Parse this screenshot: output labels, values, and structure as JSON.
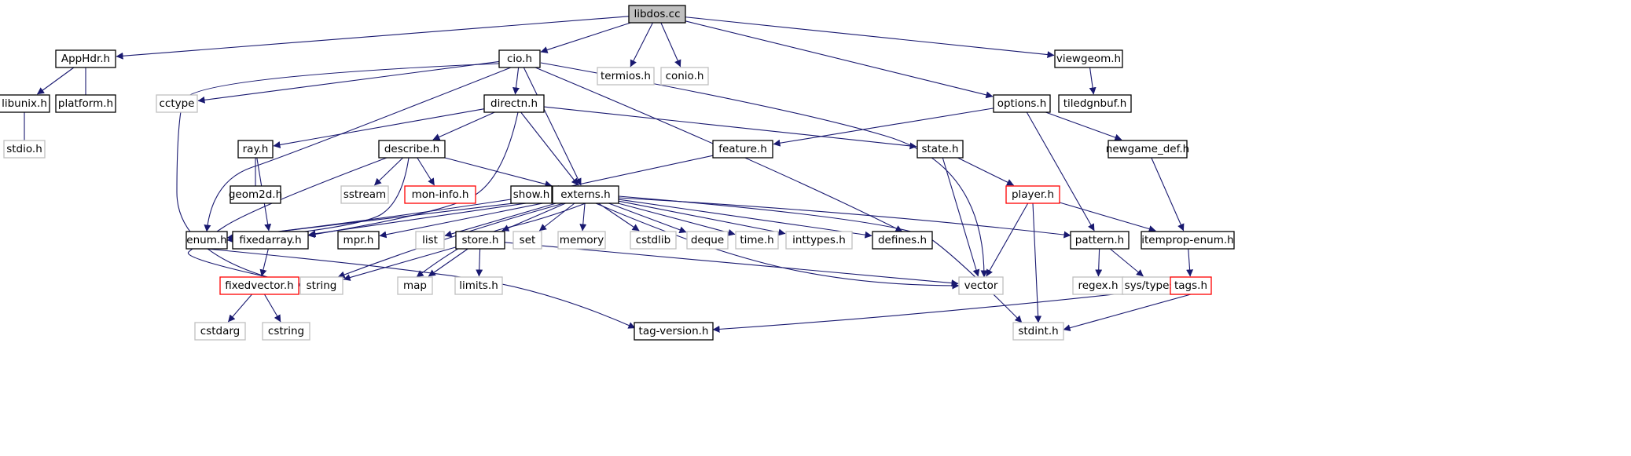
{
  "colors": {
    "edge": "#191970",
    "normal_border": "#000000",
    "external_border": "#bfbfbf",
    "truncated_border": "#ff0000",
    "root_fill": "#bfbfbf",
    "fill": "#ffffff"
  },
  "nodes": [
    {
      "id": "libdos",
      "label": "libdos.cc",
      "kind": "root"
    },
    {
      "id": "apphdr",
      "label": "AppHdr.h",
      "kind": "normal"
    },
    {
      "id": "cio",
      "label": "cio.h",
      "kind": "normal"
    },
    {
      "id": "termios",
      "label": "termios.h",
      "kind": "external"
    },
    {
      "id": "conio",
      "label": "conio.h",
      "kind": "external"
    },
    {
      "id": "viewgeom",
      "label": "viewgeom.h",
      "kind": "normal"
    },
    {
      "id": "libunix",
      "label": "libunix.h",
      "kind": "normal"
    },
    {
      "id": "platform",
      "label": "platform.h",
      "kind": "normal"
    },
    {
      "id": "cctype",
      "label": "cctype",
      "kind": "external"
    },
    {
      "id": "directn",
      "label": "directn.h",
      "kind": "normal"
    },
    {
      "id": "options",
      "label": "options.h",
      "kind": "normal"
    },
    {
      "id": "tiledgnbuf",
      "label": "tiledgnbuf.h",
      "kind": "normal"
    },
    {
      "id": "stdio",
      "label": "stdio.h",
      "kind": "external"
    },
    {
      "id": "ray",
      "label": "ray.h",
      "kind": "normal"
    },
    {
      "id": "describe",
      "label": "describe.h",
      "kind": "normal"
    },
    {
      "id": "feature",
      "label": "feature.h",
      "kind": "normal"
    },
    {
      "id": "state",
      "label": "state.h",
      "kind": "normal"
    },
    {
      "id": "newgame",
      "label": "newgame_def.h",
      "kind": "normal"
    },
    {
      "id": "geom2d",
      "label": "geom2d.h",
      "kind": "normal"
    },
    {
      "id": "sstream",
      "label": "sstream",
      "kind": "external"
    },
    {
      "id": "moninfo",
      "label": "mon-info.h",
      "kind": "truncated"
    },
    {
      "id": "show",
      "label": "show.h",
      "kind": "normal"
    },
    {
      "id": "externs",
      "label": "externs.h",
      "kind": "normal"
    },
    {
      "id": "player",
      "label": "player.h",
      "kind": "truncated"
    },
    {
      "id": "enum",
      "label": "enum.h",
      "kind": "normal"
    },
    {
      "id": "fixedarray",
      "label": "fixedarray.h",
      "kind": "normal"
    },
    {
      "id": "mpr",
      "label": "mpr.h",
      "kind": "normal"
    },
    {
      "id": "list",
      "label": "list",
      "kind": "external"
    },
    {
      "id": "store",
      "label": "store.h",
      "kind": "normal"
    },
    {
      "id": "set",
      "label": "set",
      "kind": "external"
    },
    {
      "id": "memory",
      "label": "memory",
      "kind": "external"
    },
    {
      "id": "cstdlib",
      "label": "cstdlib",
      "kind": "external"
    },
    {
      "id": "deque",
      "label": "deque",
      "kind": "external"
    },
    {
      "id": "time",
      "label": "time.h",
      "kind": "external"
    },
    {
      "id": "inttypes",
      "label": "inttypes.h",
      "kind": "external"
    },
    {
      "id": "defines",
      "label": "defines.h",
      "kind": "normal"
    },
    {
      "id": "pattern",
      "label": "pattern.h",
      "kind": "normal"
    },
    {
      "id": "itemprop",
      "label": "itemprop-enum.h",
      "kind": "normal"
    },
    {
      "id": "fixedvector",
      "label": "fixedvector.h",
      "kind": "truncated"
    },
    {
      "id": "string",
      "label": "string",
      "kind": "external"
    },
    {
      "id": "map",
      "label": "map",
      "kind": "external"
    },
    {
      "id": "limits",
      "label": "limits.h",
      "kind": "external"
    },
    {
      "id": "vector",
      "label": "vector",
      "kind": "external"
    },
    {
      "id": "regex",
      "label": "regex.h",
      "kind": "external"
    },
    {
      "id": "systypes",
      "label": "sys/types.h",
      "kind": "external"
    },
    {
      "id": "tags",
      "label": "tags.h",
      "kind": "truncated"
    },
    {
      "id": "cstdarg",
      "label": "cstdarg",
      "kind": "external"
    },
    {
      "id": "cstring",
      "label": "cstring",
      "kind": "external"
    },
    {
      "id": "tagversion",
      "label": "tag-version.h",
      "kind": "normal"
    },
    {
      "id": "stdint",
      "label": "stdint.h",
      "kind": "external"
    }
  ],
  "edges": [
    [
      "libdos",
      "apphdr"
    ],
    [
      "libdos",
      "cio"
    ],
    [
      "libdos",
      "termios"
    ],
    [
      "libdos",
      "conio"
    ],
    [
      "libdos",
      "viewgeom"
    ],
    [
      "libdos",
      "options"
    ],
    [
      "apphdr",
      "libunix"
    ],
    [
      "apphdr",
      "platform"
    ],
    [
      "libunix",
      "stdio"
    ],
    [
      "viewgeom",
      "tiledgnbuf"
    ],
    [
      "cio",
      "cctype"
    ],
    [
      "cio",
      "directn"
    ],
    [
      "cio",
      "enum"
    ],
    [
      "cio",
      "string"
    ],
    [
      "cio",
      "externs"
    ],
    [
      "cio",
      "defines"
    ],
    [
      "cio",
      "vector"
    ],
    [
      "directn",
      "ray"
    ],
    [
      "directn",
      "describe"
    ],
    [
      "directn",
      "state"
    ],
    [
      "directn",
      "externs"
    ],
    [
      "directn",
      "fixedarray"
    ],
    [
      "options",
      "feature"
    ],
    [
      "options",
      "newgame"
    ],
    [
      "options",
      "pattern"
    ],
    [
      "ray",
      "geom2d"
    ],
    [
      "ray",
      "fixedarray"
    ],
    [
      "describe",
      "sstream"
    ],
    [
      "describe",
      "moninfo"
    ],
    [
      "describe",
      "externs"
    ],
    [
      "describe",
      "enum"
    ],
    [
      "describe",
      "string"
    ],
    [
      "feature",
      "show"
    ],
    [
      "show",
      "enum"
    ],
    [
      "state",
      "player"
    ],
    [
      "state",
      "vector"
    ],
    [
      "player",
      "vector"
    ],
    [
      "player",
      "stdint"
    ],
    [
      "player",
      "itemprop"
    ],
    [
      "newgame",
      "itemprop"
    ],
    [
      "externs",
      "enum"
    ],
    [
      "externs",
      "fixedarray"
    ],
    [
      "externs",
      "mpr"
    ],
    [
      "externs",
      "list"
    ],
    [
      "externs",
      "store"
    ],
    [
      "externs",
      "set"
    ],
    [
      "externs",
      "memory"
    ],
    [
      "externs",
      "cstdlib"
    ],
    [
      "externs",
      "deque"
    ],
    [
      "externs",
      "time"
    ],
    [
      "externs",
      "inttypes"
    ],
    [
      "externs",
      "defines"
    ],
    [
      "externs",
      "pattern"
    ],
    [
      "externs",
      "string"
    ],
    [
      "externs",
      "map"
    ],
    [
      "externs",
      "vector"
    ],
    [
      "externs",
      "stdint"
    ],
    [
      "fixedarray",
      "fixedvector"
    ],
    [
      "fixedvector",
      "cstdarg"
    ],
    [
      "fixedvector",
      "cstring"
    ],
    [
      "store",
      "string"
    ],
    [
      "store",
      "map"
    ],
    [
      "store",
      "limits"
    ],
    [
      "store",
      "vector"
    ],
    [
      "pattern",
      "regex"
    ],
    [
      "pattern",
      "systypes"
    ],
    [
      "itemprop",
      "tags"
    ],
    [
      "tags",
      "tagversion"
    ],
    [
      "tags",
      "stdint"
    ],
    [
      "enum",
      "tagversion"
    ]
  ]
}
